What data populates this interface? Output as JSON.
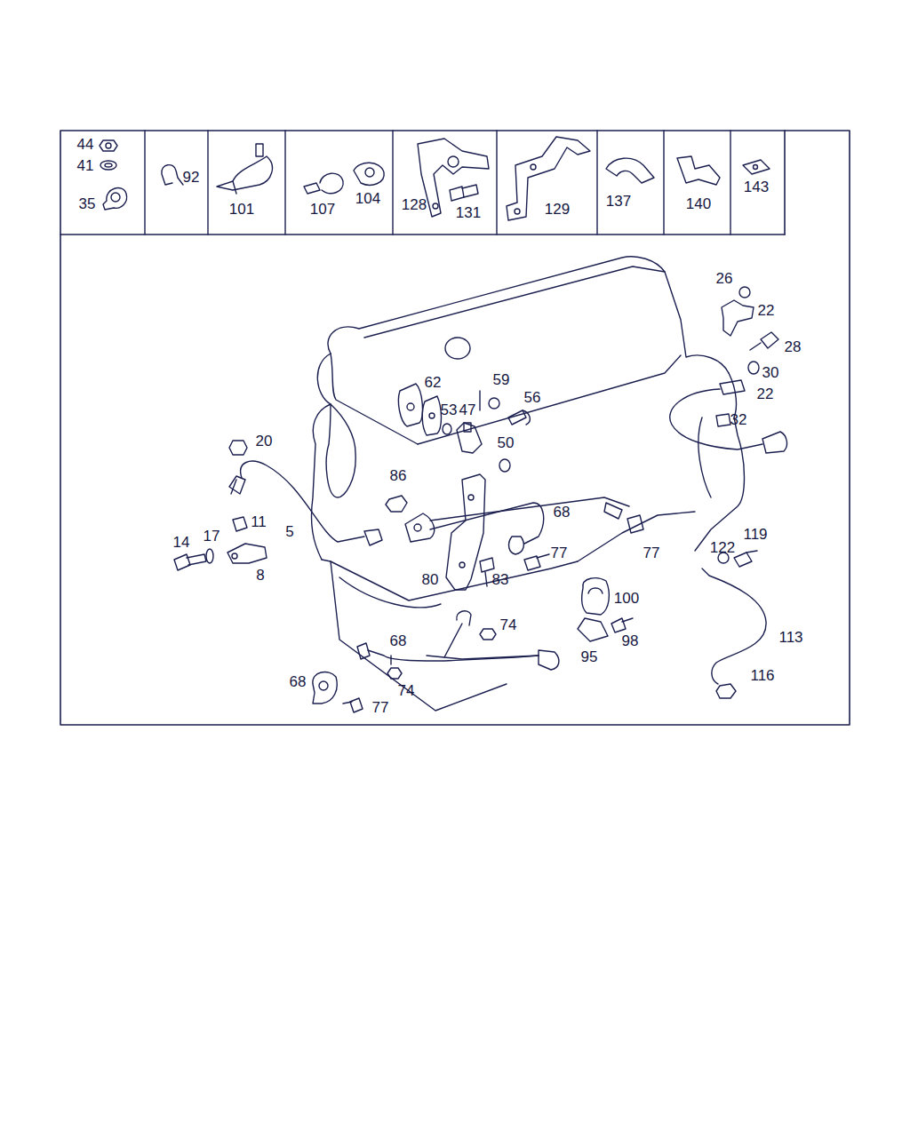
{
  "diagram": {
    "labels": [
      "44",
      "41",
      "35",
      "92",
      "101",
      "107",
      "104",
      "128",
      "131",
      "129",
      "137",
      "140",
      "143",
      "26",
      "22",
      "28",
      "30",
      "22",
      "32",
      "62",
      "59",
      "53",
      "47",
      "56",
      "50",
      "20",
      "86",
      "68",
      "11",
      "5",
      "14",
      "17",
      "8",
      "77",
      "77",
      "122",
      "119",
      "80",
      "83",
      "100",
      "74",
      "98",
      "68",
      "95",
      "113",
      "116",
      "68",
      "74",
      "77"
    ]
  }
}
